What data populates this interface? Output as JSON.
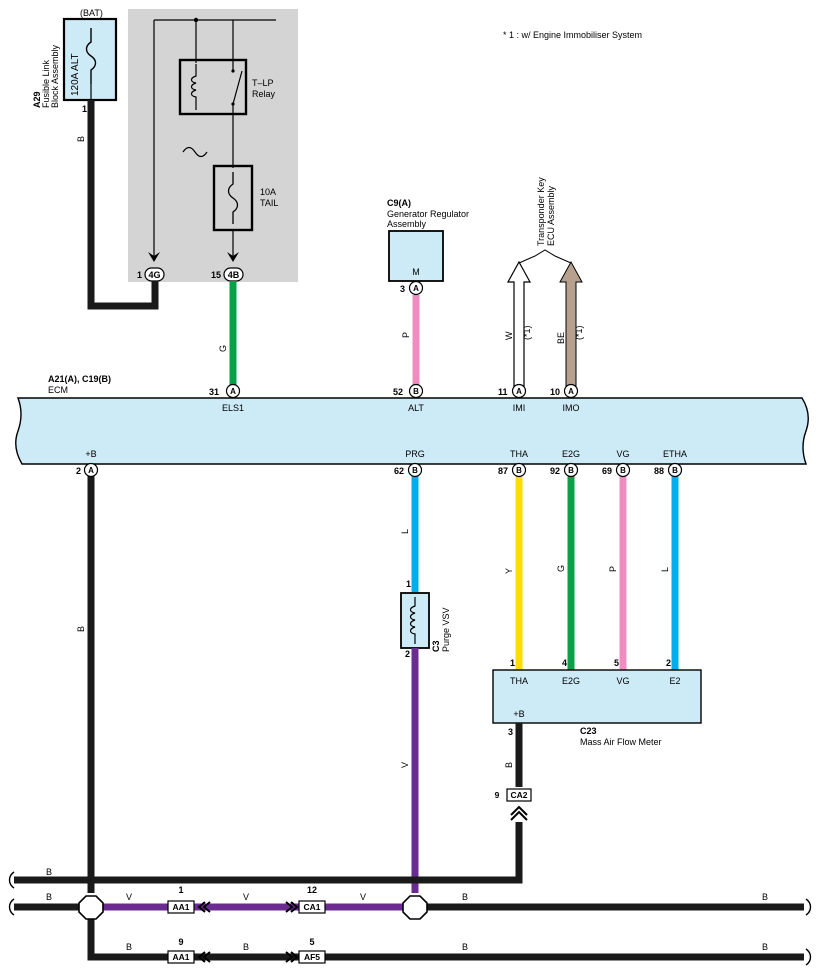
{
  "note": "* 1 : w/ Engine Immobiliser System",
  "colors": {
    "B": "#1a1a1a",
    "G": "#0aa04a",
    "P": "#f08cc0",
    "W": "#ffffff",
    "BE": "#b8a08e",
    "L": "#00aeef",
    "Y": "#ffdd00",
    "V": "#6b2c91",
    "component_fill": "#cdeaf7",
    "relay_area": "#d4d4d4"
  },
  "fusible_link": {
    "id": "A29",
    "name": "Fusible Link\nBlock Assembly",
    "top_label": "(BAT)",
    "fuse_label": "120A ALT",
    "pin": "1",
    "wire": "B"
  },
  "relay": {
    "name": "T–LP\nRelay"
  },
  "tail_fuse": {
    "name": "10A\nTAIL"
  },
  "relay_pins": [
    {
      "pin": "1",
      "conn": "4G"
    },
    {
      "pin": "15",
      "conn": "4B"
    }
  ],
  "generator": {
    "id": "C9(A)",
    "name": "Generator Regulator\nAssembly",
    "terminal": "M",
    "pin": "3",
    "conn": "A",
    "wire": "P"
  },
  "transponder": {
    "name": "Transponder Key\nECU Assembly",
    "wires": [
      {
        "wire": "W",
        "note": "(*1)"
      },
      {
        "wire": "BE",
        "note": "(*1)"
      }
    ]
  },
  "ecm": {
    "id": "A21(A), C19(B)",
    "name": "ECM",
    "top_pins": [
      {
        "pin": "31",
        "conn": "A",
        "terminal": "ELS1",
        "wire": "G"
      },
      {
        "pin": "52",
        "conn": "B",
        "terminal": "ALT",
        "wire": "P"
      },
      {
        "pin": "11",
        "conn": "A",
        "terminal": "IMI",
        "wire": "W"
      },
      {
        "pin": "10",
        "conn": "A",
        "terminal": "IMO",
        "wire": "BE"
      }
    ],
    "bottom_pins": [
      {
        "pin": "2",
        "conn": "A",
        "terminal": "+B",
        "wire": "B"
      },
      {
        "pin": "62",
        "conn": "B",
        "terminal": "PRG",
        "wire": "L"
      },
      {
        "pin": "87",
        "conn": "B",
        "terminal": "THA",
        "wire": "Y"
      },
      {
        "pin": "92",
        "conn": "B",
        "terminal": "E2G",
        "wire": "G"
      },
      {
        "pin": "69",
        "conn": "B",
        "terminal": "VG",
        "wire": "P"
      },
      {
        "pin": "88",
        "conn": "B",
        "terminal": "ETHA",
        "wire": "L"
      }
    ]
  },
  "purge_vsv": {
    "id": "C3",
    "name": "Purge VSV",
    "pin_top": "1",
    "pin_bottom": "2",
    "wire_out": "V"
  },
  "maf": {
    "id": "C23",
    "name": "Mass Air Flow Meter",
    "terminals": [
      {
        "pin": "1",
        "terminal": "THA"
      },
      {
        "pin": "4",
        "terminal": "E2G"
      },
      {
        "pin": "5",
        "terminal": "VG"
      },
      {
        "pin": "2",
        "terminal": "E2"
      }
    ],
    "power": {
      "pin": "3",
      "terminal": "+B",
      "wire": "B"
    }
  },
  "connector_ca2": {
    "pin": "9",
    "conn": "CA2"
  },
  "bus": {
    "wire_labels": [
      "B",
      "B",
      "V",
      "V",
      "V",
      "B",
      "B",
      "B",
      "B",
      "B",
      "B"
    ],
    "connectors": [
      {
        "pin": "1",
        "conn": "AA1"
      },
      {
        "pin": "12",
        "conn": "CA1"
      },
      {
        "pin": "9",
        "conn": "AA1"
      },
      {
        "pin": "5",
        "conn": "AF5"
      }
    ]
  }
}
